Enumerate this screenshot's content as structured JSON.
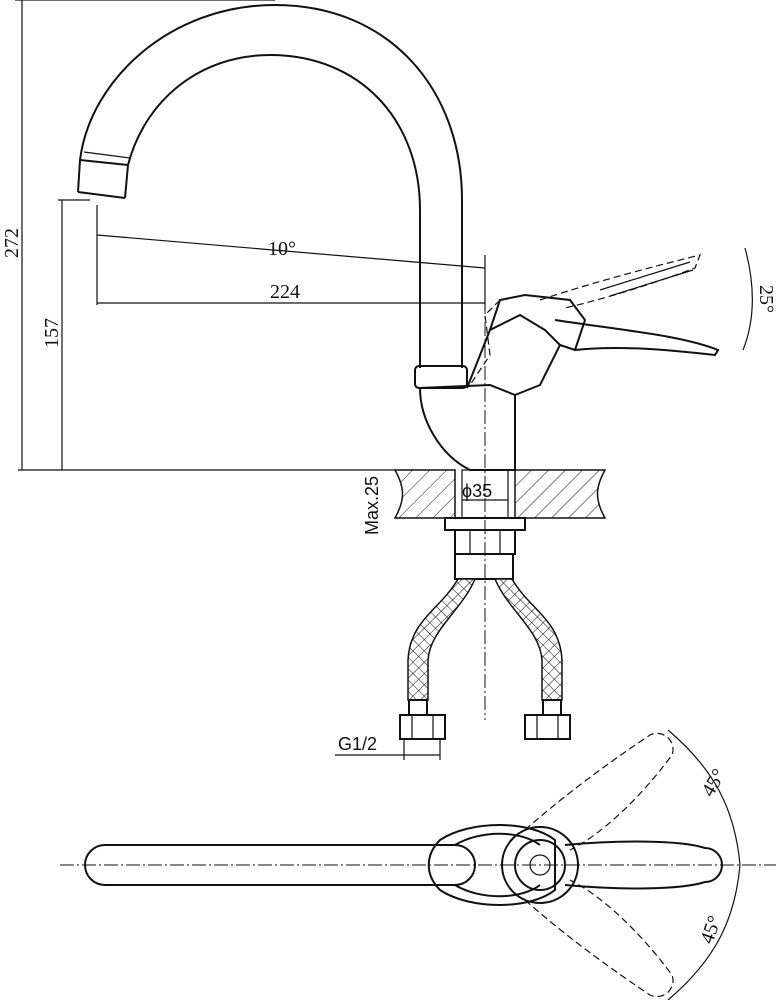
{
  "title": "Faucet dimension drawing",
  "dimensions": {
    "total_height": "272",
    "spout_height": "157",
    "spout_angle": "10°",
    "spout_reach": "224",
    "lever_tilt": "25°",
    "max_counter": "Max.25",
    "hole_diameter": "ϕ35",
    "thread": "G1/2",
    "rotation_upper": "45°",
    "rotation_lower": "45°"
  }
}
